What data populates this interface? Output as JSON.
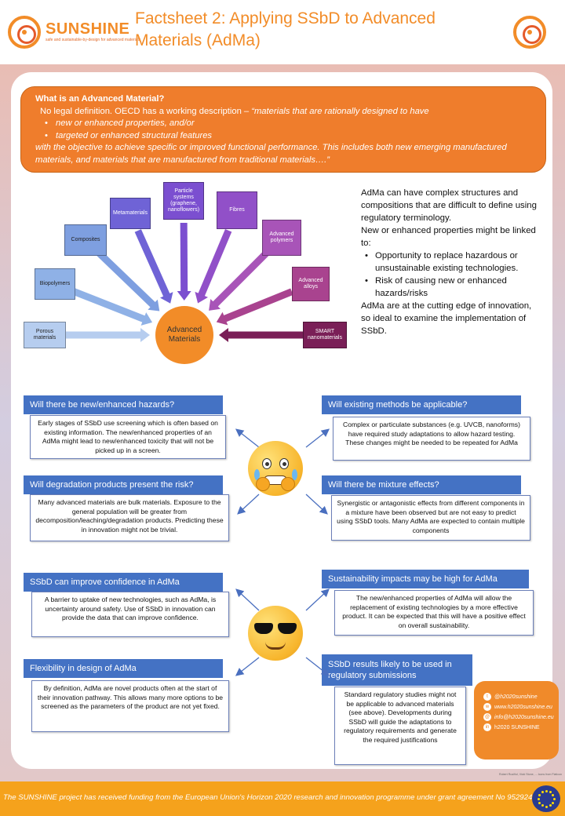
{
  "header": {
    "brand": "SUNSHINE",
    "tagline": "safe and sustainable-by-design for advanced materials",
    "title": "Factsheet 2: Applying SSbD to Advanced Materials (AdMa)"
  },
  "definition": {
    "heading": "What is an Advanced Material?",
    "line1": "No legal definition. OECD has a working description – “materials that are rationally designed to have",
    "bullets": [
      "new or enhanced properties, and/or",
      "targeted or enhanced structural features"
    ],
    "tail": "with the objective to achieve specific or improved functional performance. This includes both new emerging manufactured materials, and materials that are manufactured from traditional materials….”"
  },
  "diagram": {
    "center": "Advanced Materials",
    "nodes": [
      {
        "label": "Porous materials",
        "color": "#b6cdef"
      },
      {
        "label": "Biopolymers",
        "color": "#8fb1e6"
      },
      {
        "label": "Composites",
        "color": "#7e9fe0"
      },
      {
        "label": "Metamaterials",
        "color": "#6f63d6"
      },
      {
        "label": "Particle systems (graphene, nanoflowers)",
        "color": "#7b4fd0"
      },
      {
        "label": "Fibres",
        "color": "#9150c8"
      },
      {
        "label": "Advanced polymers",
        "color": "#a854b8"
      },
      {
        "label": "Advanced alloys",
        "color": "#a9438f"
      },
      {
        "label": "SMART nanomaterials",
        "color": "#7a1f57"
      }
    ]
  },
  "right_text": {
    "p1": "AdMa can have complex structures and compositions that are difficult to define using regulatory terminology.",
    "p2": "New or enhanced properties might be linked to:",
    "bullets": [
      "Opportunity to replace hazardous or unsustainable existing technologies.",
      "Risk of causing new or enhanced hazards/risks"
    ],
    "p3": "AdMa are at the cutting edge of innovation, so ideal to examine the implementation of SSbD."
  },
  "panels": {
    "hazards": {
      "title": "Will there be new/enhanced hazards?",
      "body": "Early stages of SSbD use screening which is often based on existing information. The new/enhanced properties of an AdMa might lead to new/enhanced toxicity that will not be picked up in a screen."
    },
    "methods": {
      "title": "Will existing methods be applicable?",
      "body": "Complex or particulate substances (e.g. UVCB, nanoforms) have required study adaptations to allow hazard testing. These changes might be needed to be repeated for AdMa"
    },
    "degradation": {
      "title": "Will degradation products present the risk?",
      "body": "Many advanced materials are bulk materials. Exposure to the general population will be greater from decomposition/leaching/degradation products. Predicting these in innovation might not be trivial."
    },
    "mixture": {
      "title": "Will there be mixture effects?",
      "body": "Synergistic or antagonistic effects from different components in a mixture have been observed but are not easy to predict using SSbD tools. Many AdMa are expected to contain multiple components"
    },
    "confidence": {
      "title": "SSbD can improve confidence in AdMa",
      "body": "A barrier to uptake of new technologies, such as AdMa,  is uncertainty around safety. Use of SSbD in innovation can provide the data that can improve confidence."
    },
    "sustainability": {
      "title": "Sustainability impacts may be high for AdMa",
      "body": "The new/enhanced properties of AdMa will allow the replacement of existing technologies by a more effective product. It can be expected that this will have a positive effect on overall sustainability."
    },
    "flexibility": {
      "title": "Flexibility in design of AdMa",
      "body": "By definition, AdMa are novel products often at the start of their innovation pathway. This allows many more options to be screened as the parameters of the product are not yet fixed."
    },
    "regulatory": {
      "title": "SSbD results likely to be used in regulatory submissions",
      "body": "Standard regulatory studies might not be applicable to advanced materials (see above). Developments during SSbD will guide the adaptations to regulatory requirements and generate the required justifications"
    }
  },
  "contact": {
    "twitter": "@h2020sunshine",
    "web": "www.h2020sunshine.eu",
    "email": "info@h2020sunshine.eu",
    "linkedin": "h2020 SUNSHINE"
  },
  "credits": "Robert Rusiñol, Vicki Stone, ... Icons from Flaticon",
  "footer": {
    "text": "The SUNSHINE project has received funding from the European Union's Horizon 2020 research and innovation programme under grant agreement No 952924."
  },
  "colors": {
    "orange": "#ef7d2c",
    "panel_blue": "#4472c4",
    "footer": "#f5a21c"
  },
  "icons": [
    "sunshine-logo-icon",
    "worried-face-icon",
    "cool-face-icon",
    "twitter-icon",
    "globe-icon",
    "mail-icon",
    "linkedin-icon",
    "eu-flag-icon"
  ]
}
